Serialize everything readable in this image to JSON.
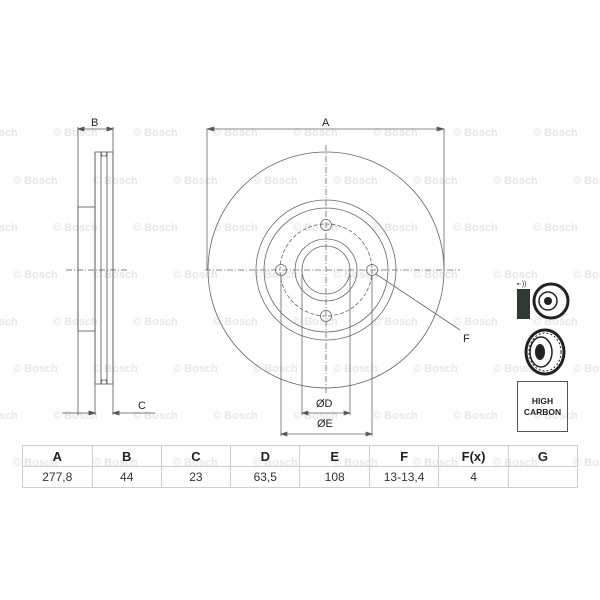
{
  "watermark": "© Bosch",
  "drawing": {
    "side_view_labels": {
      "b": "B",
      "c": "C"
    },
    "front_view_labels": {
      "a": "A",
      "f": "F",
      "d": "ØD",
      "e": "ØE"
    }
  },
  "badge": {
    "line1": "HIGH",
    "line2": "CARBON"
  },
  "specs": {
    "headers": [
      "A",
      "B",
      "C",
      "D",
      "E",
      "F",
      "F(x)",
      "G"
    ],
    "values": [
      "277,8",
      "44",
      "23",
      "63,5",
      "108",
      "13-13,4",
      "4",
      ""
    ]
  }
}
